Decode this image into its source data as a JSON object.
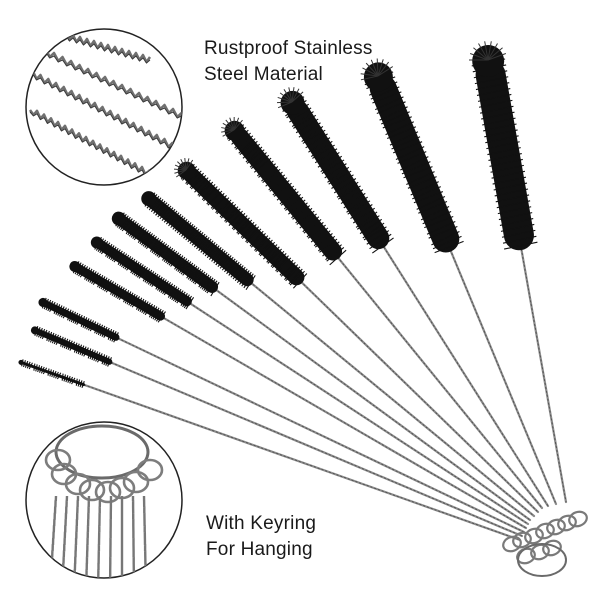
{
  "callouts": {
    "material": {
      "line1": "Rustproof Stainless",
      "line2": "Steel Material"
    },
    "keyring": {
      "line1": "With Keyring",
      "line2": "For Hanging"
    }
  },
  "product": {
    "brush_count": 12,
    "bristle_color": "#111111",
    "wire_color": "#8a8a8a",
    "background": "#ffffff"
  }
}
